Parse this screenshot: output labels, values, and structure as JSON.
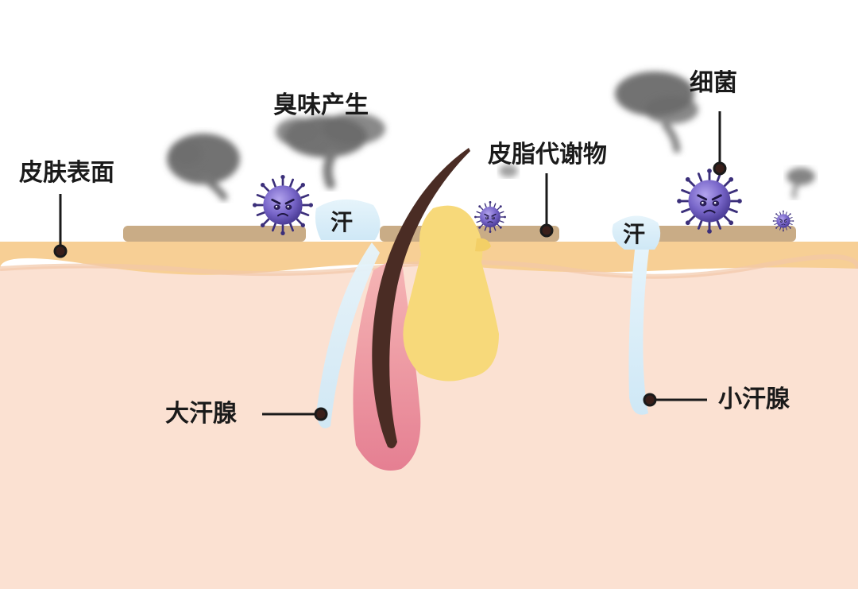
{
  "labels": {
    "skin_surface": "皮肤表面",
    "odor": "臭味产生",
    "sebum": "皮脂代谢物",
    "bacteria": "细菌",
    "apocrine_gland": "大汗腺",
    "eccrine_gland": "小汗腺",
    "sweat_left": "汗",
    "sweat_right": "汗"
  },
  "colors": {
    "skin_deep": "#fbe1d2",
    "skin_surface_band": "#f7cf95",
    "surface_layer": "#c9ac86",
    "sweat": "#d6ecf8",
    "sebum": "#f7d97a",
    "hair": "#4a2c24",
    "follicle": "#e98a96",
    "bacteria": "#6f5bc0",
    "smoke": "#6b6b6b"
  },
  "icons": {
    "bacteria": "bacteria-icon",
    "smoke": "odor-smoke-icon",
    "hair": "hair-icon"
  }
}
